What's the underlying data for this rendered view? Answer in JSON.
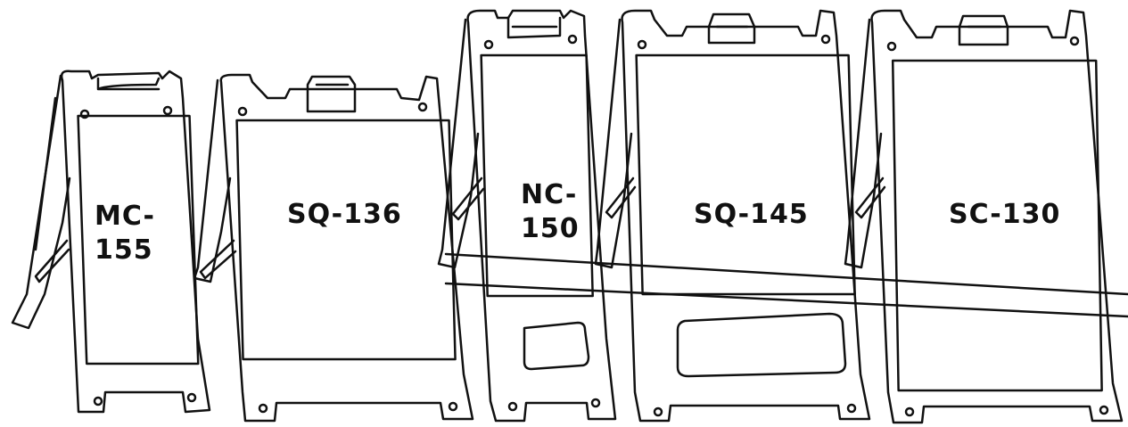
{
  "signs": [
    {
      "model": "MC-",
      "model_line2": "155"
    },
    {
      "model": "SQ-136"
    },
    {
      "model": "NC-",
      "model_line2": "150"
    },
    {
      "model": "SQ-145"
    },
    {
      "model": "SC-130"
    }
  ],
  "colors": {
    "stroke": "#111111",
    "background": "#ffffff"
  }
}
